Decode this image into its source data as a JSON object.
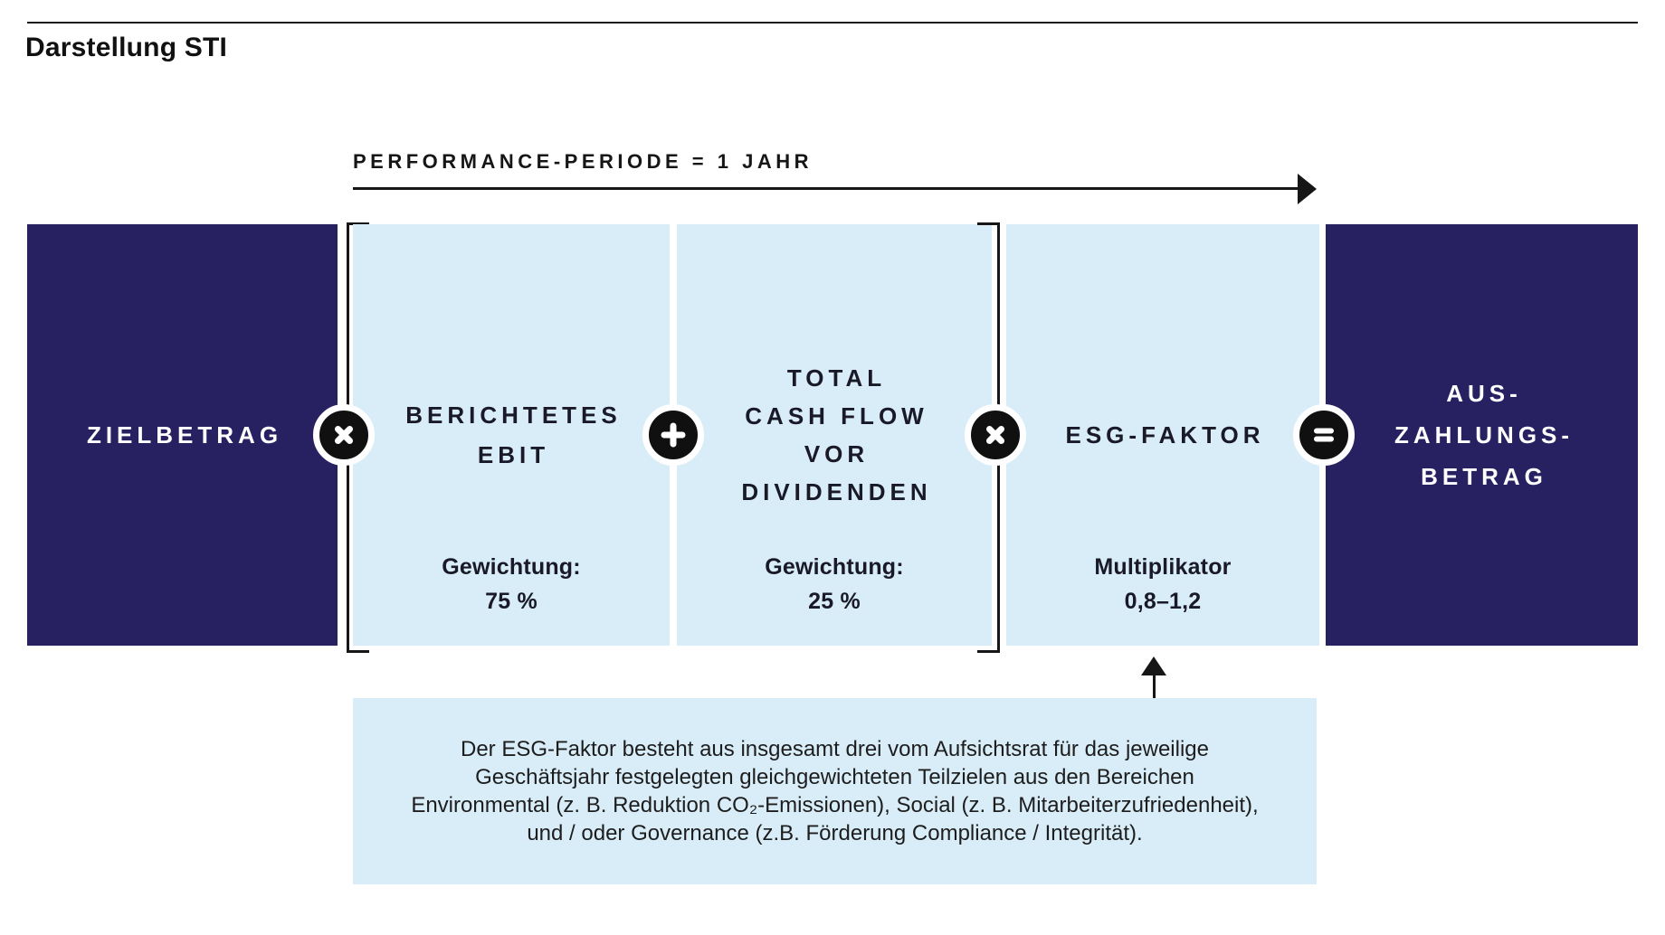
{
  "page": {
    "title": "Darstellung STI"
  },
  "colors": {
    "navy": "#272162",
    "light_blue": "#d9edf8",
    "ink": "#161616",
    "white": "#ffffff"
  },
  "performance": {
    "label": "PERFORMANCE-PERIODE = 1 JAHR"
  },
  "diagram": {
    "zielbetrag": {
      "label": "ZIELBETRAG"
    },
    "ebit": {
      "lines": [
        "BERICHTETES",
        "EBIT"
      ],
      "weight_label": "Gewichtung:",
      "weight_value": "75 %"
    },
    "cashflow": {
      "lines": [
        "TOTAL",
        "CASH FLOW",
        "VOR",
        "DIVIDENDEN"
      ],
      "weight_label": "Gewichtung:",
      "weight_value": "25 %"
    },
    "esg": {
      "label": "ESG-FAKTOR",
      "weight_label": "Multiplikator",
      "weight_value": "0,8–1,2"
    },
    "auszahlung": {
      "lines": [
        "AUS-",
        "ZAHLUNGS-",
        "BETRAG"
      ]
    },
    "operators": {
      "op1": "×",
      "op2": "+",
      "op3": "×",
      "op4": "="
    }
  },
  "note": {
    "lines": [
      "Der ESG-Faktor besteht aus insgesamt drei vom Aufsichtsrat für das jeweilige",
      "Geschäftsjahr festgelegten gleichgewichteten Teilzielen aus den Bereichen",
      "Environmental (z. B. Reduktion CO₂-Emissionen), Social (z. B. Mitarbeiterzufriedenheit),",
      "und / oder Governance (z.B. Förderung Compliance / Integrität)."
    ]
  }
}
